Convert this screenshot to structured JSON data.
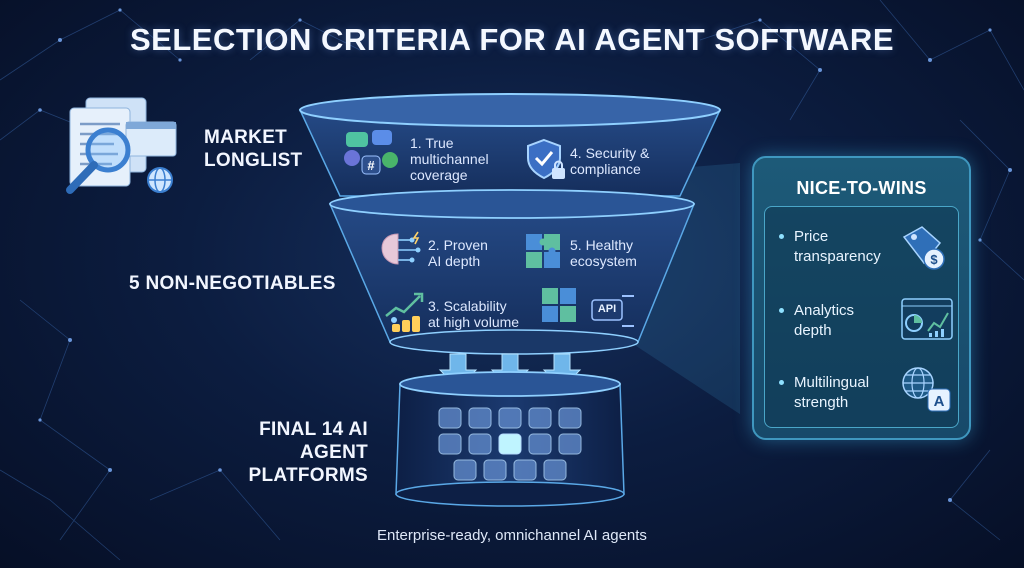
{
  "title": "SELECTION CRITERIA FOR AI AGENT SOFTWARE",
  "stages": {
    "market_longlist": [
      "MARKET",
      "LONGLIST"
    ],
    "non_negotiables": "5 NON-NEGOTIABLES",
    "final": [
      "FINAL 14 AI",
      "AGENT PLATFORMS"
    ]
  },
  "criteria": [
    {
      "lines": [
        "1. True",
        "multichannel",
        "coverage"
      ],
      "icon": "chat-bubbles-icon"
    },
    {
      "lines": [
        "4. Security &",
        "compliance"
      ],
      "icon": "shield-lock-icon"
    },
    {
      "lines": [
        "2. Proven",
        "AI depth"
      ],
      "icon": "brain-circuit-icon"
    },
    {
      "lines": [
        "5. Healthy",
        "ecosystem"
      ],
      "icon": "puzzle-icon"
    },
    {
      "lines": [
        "3. Scalability",
        "at high volume"
      ],
      "icon": "growth-chart-icon"
    }
  ],
  "api_label": "API",
  "nice_to_wins": {
    "title": "NICE-TO-WINS",
    "items": [
      {
        "lines": [
          "Price",
          "transparency"
        ],
        "icon": "price-tag-icon"
      },
      {
        "lines": [
          "Analytics",
          "depth"
        ],
        "icon": "analytics-dashboard-icon"
      },
      {
        "lines": [
          "Multilingual",
          "strength"
        ],
        "icon": "globe-translate-icon"
      }
    ],
    "translate_glyph": "A",
    "price_glyph": "$"
  },
  "footer": "Enterprise-ready, omnichannel AI agents",
  "colors": {
    "background": "#0c1d40",
    "accent_cyan": "#4aa6c8",
    "panel": "#1d5a78",
    "highlight": "#bff4ff"
  }
}
